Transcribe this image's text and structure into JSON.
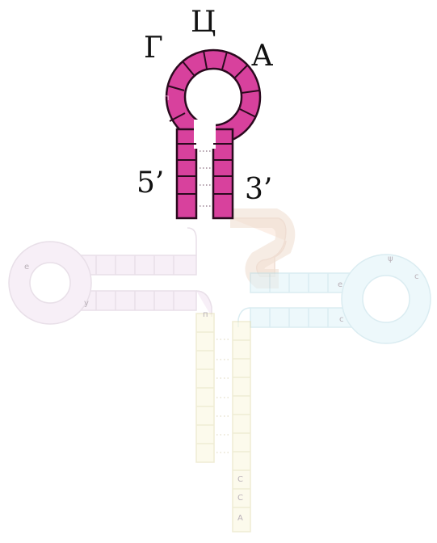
{
  "labels": {
    "loop_left": "Г",
    "loop_top": "Ц",
    "loop_right": "А",
    "five_prime": "5’",
    "three_prime": "3’"
  },
  "colors": {
    "anticodon_arm": "#d8419d",
    "anticodon_arm_stroke": "#2a0a1e",
    "d_arm": "#f1e2f1",
    "t_arm": "#dff3f8",
    "variable_loop": "#fbe6d8",
    "acceptor_stem": "#fbf8e0",
    "faded_stroke": "#d6d0d4"
  },
  "glyphs": {
    "loop_left_glyph": "п",
    "d_loop_glyph": "е",
    "d_arm_glyph": "у",
    "d_junction_glyph": "п",
    "t_loop_glyph": "е",
    "t_loop_glyph2": "ψ",
    "t_loop_glyph3": "с",
    "t_arm_glyph": "с",
    "acceptor_c1": "С",
    "acceptor_c2": "С",
    "acceptor_a": "А"
  }
}
